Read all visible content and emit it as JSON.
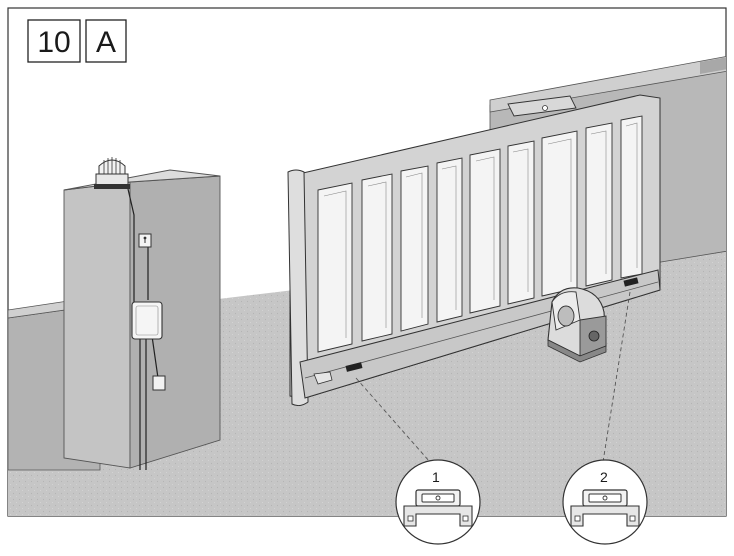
{
  "figure": {
    "step_number": "10",
    "step_letter": "A",
    "callouts": [
      {
        "label": "1"
      },
      {
        "label": "2"
      }
    ]
  },
  "colors": {
    "ground": "#c9c9c9",
    "wall": "#bdbdbd",
    "gate": "#d2d2d2",
    "outline": "#3a3a3a"
  }
}
